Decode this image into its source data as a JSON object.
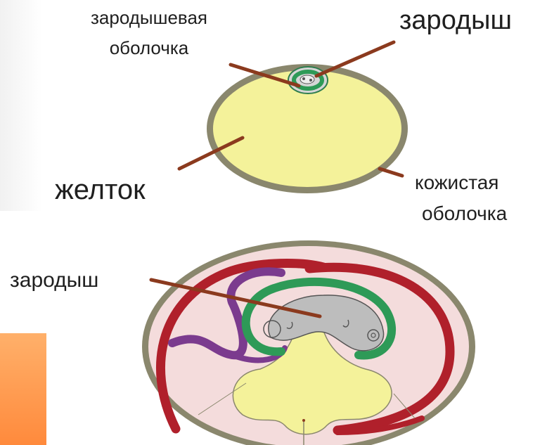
{
  "labels": {
    "germ_shell_line1": "зародышевая",
    "germ_shell_line2": "оболочка",
    "embryo_top": "зародыш",
    "yolk": "желток",
    "leathery_shell_line1": "кожистая",
    "leathery_shell_line2": "оболочка",
    "embryo_bottom": "зародыш"
  },
  "colors": {
    "yolk": "#f4f29a",
    "shell": "#8a876d",
    "pointer": "#8b3a1e",
    "embryo_ring": "#2e9a57",
    "vessel_red": "#b0202b",
    "vessel_purple": "#7b3b8e",
    "embryo_body": "#bdbdbd",
    "egg_inner": "#f4dcdc",
    "accent_box": "#ff9a4a"
  }
}
